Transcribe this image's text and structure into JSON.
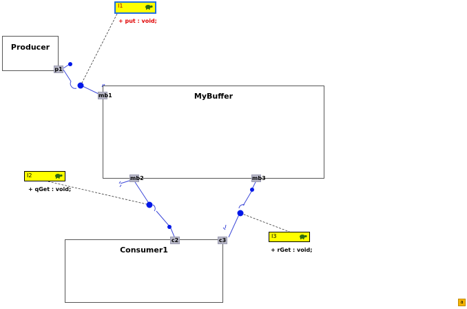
{
  "colors": {
    "connector": "#3a46d8",
    "lollipop": "#0018e8",
    "interface_fill": "#ffff00",
    "selection": "#1e6fe0",
    "port_fill": "#b9b9c8",
    "selected_op": "#e00000"
  },
  "components": {
    "producer": "Producer",
    "mybuffer": "MyBuffer",
    "consumer1": "Consumer1"
  },
  "ports": {
    "p1": "p1",
    "mb1": "mb1",
    "mb2": "mb2",
    "mb3": "mb3",
    "c2": "c2",
    "c3": "c3"
  },
  "interfaces": {
    "i1": {
      "name": "I1",
      "operation": "+ put : void;",
      "icon": "turtle-icon"
    },
    "i2": {
      "name": "I2",
      "operation": "+ qGet : void;",
      "icon": "turtle-icon"
    },
    "i3": {
      "name": "I3",
      "operation": "+ rGet : void;",
      "icon": "turtle-icon"
    }
  },
  "corner_label": "a"
}
